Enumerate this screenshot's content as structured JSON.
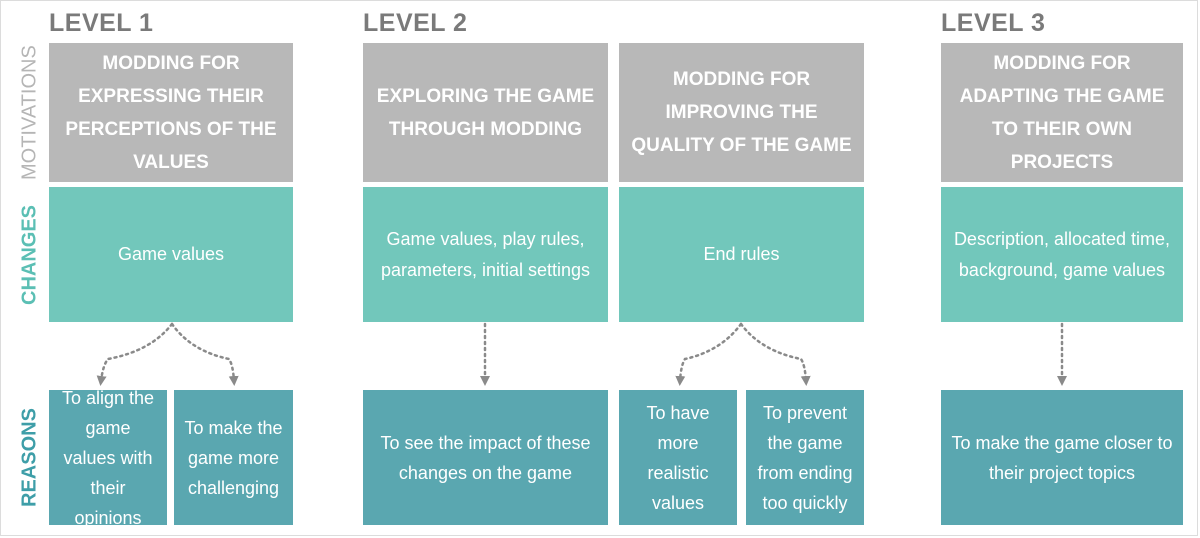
{
  "levels": [
    {
      "title": "LEVEL 1"
    },
    {
      "title": "LEVEL 2"
    },
    {
      "title": "LEVEL 3"
    }
  ],
  "row_labels": {
    "motivations": "MOTIVATIONS",
    "changes": "CHANGES",
    "reasons": "REASONS"
  },
  "motivations": [
    "MODDING FOR EXPRESSING THEIR PERCEPTIONS OF THE VALUES",
    "EXPLORING THE GAME THROUGH MODDING",
    "MODDING FOR IMPROVING THE QUALITY OF THE GAME",
    "MODDING FOR ADAPTING THE GAME TO THEIR OWN PROJECTS"
  ],
  "changes": [
    "Game values",
    "Game values, play rules, parameters, initial settings",
    "End rules",
    "Description, allocated time, background, game values"
  ],
  "reasons": [
    "To align the game values with their opinions",
    "To make the game more challenging",
    "To see the impact of these changes on the game",
    "To have more realistic values",
    "To prevent the game from ending too quickly",
    "To make the game closer to their project topics"
  ],
  "colors": {
    "level_title": "#7a7a7a",
    "motivation_box": "#b8b8b8",
    "change_box": "#72c7bb",
    "reason_box": "#5aa7b0",
    "connector": "#8a8a8a"
  }
}
